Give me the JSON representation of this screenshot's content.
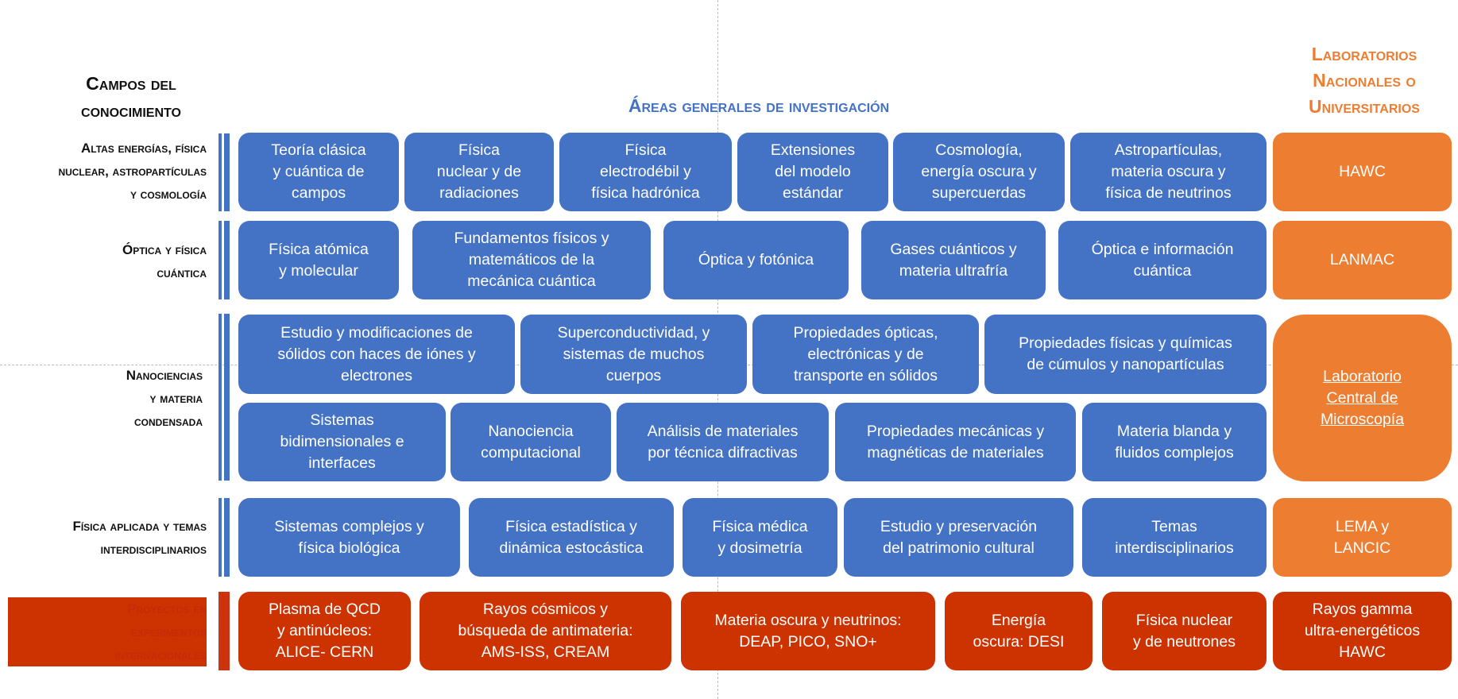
{
  "headers": {
    "fields": "Campos del\nconocimiento",
    "areas": "Áreas generales de investigación",
    "labs": "Laboratorios\nNacionales o\nUniversitarios"
  },
  "rows": {
    "r1": {
      "label": "Altas energías, física\nnuclear, astropartículas\ny cosmología",
      "boxes": [
        "Teoría clásica\ny cuántica de\ncampos",
        "Física\nnuclear y de\nradiaciones",
        "Física\nelectrodébil y\nfísica hadrónica",
        "Extensiones\ndel modelo\nestándar",
        "Cosmología,\nenergía oscura y\nsupercuerdas",
        "Astropartículas,\nmateria oscura y\nfísica de neutrinos"
      ],
      "lab": "HAWC"
    },
    "r2": {
      "label": "Óptica y física\ncuántica",
      "boxes": [
        "Física atómica\ny molecular",
        "Fundamentos físicos y\nmatemáticos de la\nmecánica cuántica",
        "Óptica y fotónica",
        "Gases cuánticos y\nmateria ultrafría",
        "Óptica e información\ncuántica"
      ],
      "lab": "LANMAC"
    },
    "r3": {
      "label": "Nanociencias\ny materia\ncondensada",
      "boxes_top": [
        "Estudio y modificaciones de\nsólidos con haces de iónes y\nelectrones",
        "Superconductividad, y\nsistemas de muchos\ncuerpos",
        "Propiedades ópticas,\nelectrónicas y de\ntransporte en sólidos",
        "Propiedades físicas y químicas\nde cúmulos y nanopartículas"
      ],
      "boxes_bottom": [
        "Sistemas\nbidimensionales e\ninterfaces",
        "Nanociencia\ncomputacional",
        "Análisis de materiales\npor técnica difractivas",
        "Propiedades mecánicas y\nmagnéticas de materiales",
        "Materia blanda y\nfluidos complejos"
      ],
      "lab": "Laboratorio\nCentral de\nMicroscopía"
    },
    "r4": {
      "label": "Física aplicada y temas\ninterdisciplinarios",
      "boxes": [
        "Sistemas complejos y\nfísica biológica",
        "Física estadística y\ndinámica estocástica",
        "Física médica\ny dosimetría",
        "Estudio y preservación\ndel patrimonio cultural",
        "Temas\ninterdisciplinarios"
      ],
      "lab": "LEMA y\nLANCIC"
    },
    "r5": {
      "label": "Proyectos en\nexperimentos\ninternacionales",
      "boxes": [
        "Plasma de QCD\ny antinúcleos:\nALICE- CERN",
        "Rayos cósmicos y\nbúsqueda de antimateria:\nAMS-ISS, CREAM",
        "Materia oscura y neutrinos:\nDEAP, PICO, SNO+",
        "Energía\noscura: DESI",
        "Física nuclear\ny de neutrones"
      ],
      "lab": "Rayos gamma\nultra-energéticos\nHAWC"
    }
  },
  "colors": {
    "blue": "#4472c4",
    "orange": "#ed7d31",
    "red": "#cc3300"
  }
}
